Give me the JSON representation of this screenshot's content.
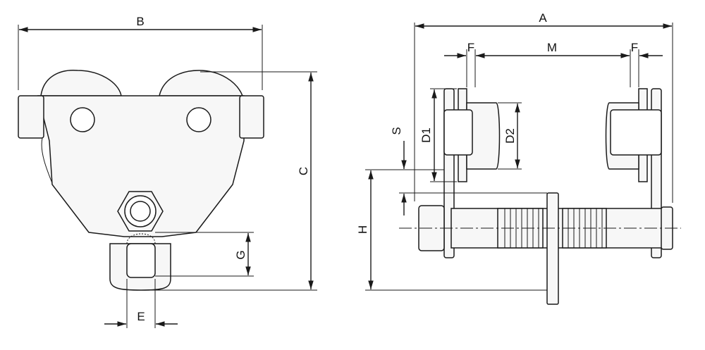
{
  "labels": {
    "A": "A",
    "B": "B",
    "C": "C",
    "D1": "D1",
    "D2": "D2",
    "E": "E",
    "F_left": "F",
    "F_right": "F",
    "G": "G",
    "H": "H",
    "M": "M",
    "S": "S"
  },
  "colors": {
    "line": "#1a1a1a",
    "fill": "#f7f7f7",
    "background": "#ffffff"
  }
}
